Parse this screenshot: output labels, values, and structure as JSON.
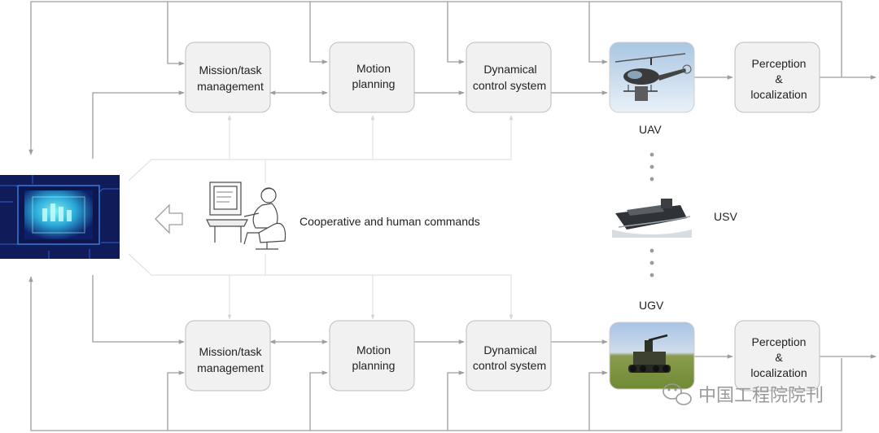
{
  "top_row": {
    "mission": [
      "Mission/task",
      "management"
    ],
    "motion": [
      "Motion",
      "planning"
    ],
    "control": [
      "Dynamical",
      "control system"
    ],
    "vehicle_label": "UAV",
    "perception": [
      "Perception",
      "&",
      "localization"
    ]
  },
  "bottom_row": {
    "mission": [
      "Mission/task",
      "management"
    ],
    "motion": [
      "Motion",
      "planning"
    ],
    "control": [
      "Dynamical",
      "control system"
    ],
    "vehicle_label": "UGV",
    "perception": [
      "Perception",
      "&",
      "localization"
    ]
  },
  "middle": {
    "usv_label": "USV",
    "commands_label": "Cooperative and human commands"
  },
  "watermark": "中国工程院院刊",
  "colors": {
    "box_fill": "#f1f1f1",
    "box_stroke": "#bdbdbd",
    "arrow": "#9e9e9e",
    "light_arrow": "#dcdcdc",
    "chip_blue": "#1b2f8a",
    "chip_glow": "#36d3e0"
  },
  "icons": {
    "processor": "processor-chip-icon",
    "human": "human-at-computer-icon",
    "uav": "helicopter-drone-icon",
    "usv": "speedboat-icon",
    "ugv": "ground-robot-icon",
    "hollow_arrow": "hollow-left-arrow-icon",
    "wechat": "wechat-logo-icon"
  }
}
